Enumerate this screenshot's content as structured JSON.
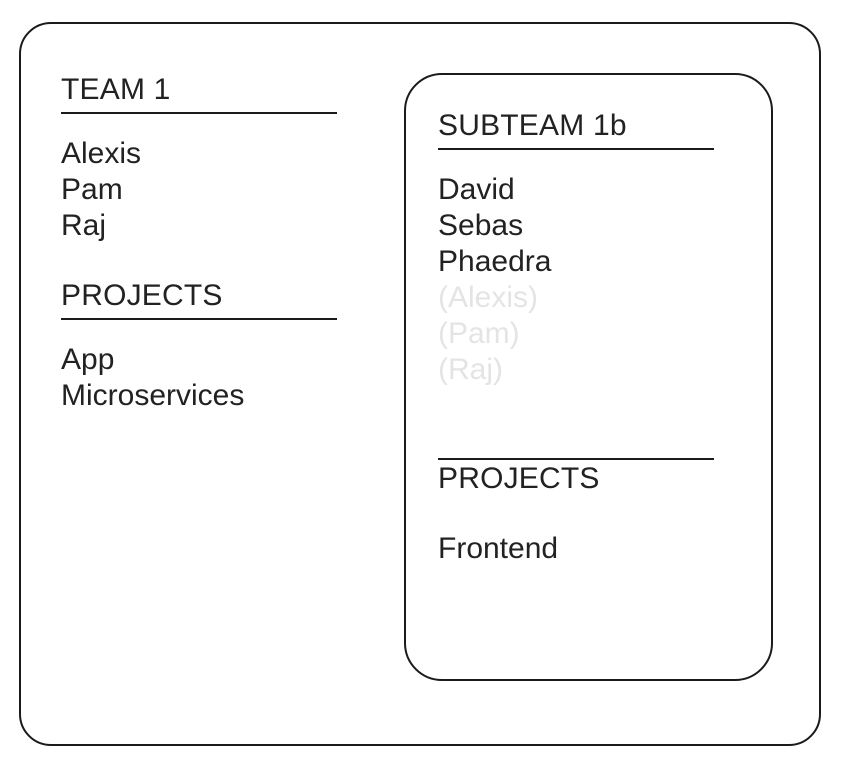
{
  "diagram": {
    "title": "Team and subteam membership inheritance diagram",
    "colors": {
      "stroke": "#1b1b1b",
      "text": "#222222",
      "inherited_text": "#e4e4e4",
      "background": "#ffffff"
    }
  },
  "team": {
    "name": "TEAM 1",
    "members_heading_rule": "underline",
    "members": [
      {
        "label": "Alexis",
        "inherited": false
      },
      {
        "label": "Pam",
        "inherited": false
      },
      {
        "label": "Raj",
        "inherited": false
      }
    ],
    "projects": {
      "heading": "PROJECTS",
      "rule_position": "below",
      "items": [
        {
          "label": "App"
        },
        {
          "label": "Microservices"
        }
      ]
    }
  },
  "subteam": {
    "name": "SUBTEAM 1b",
    "members_heading_rule": "underline",
    "members": [
      {
        "label": "David",
        "inherited": false
      },
      {
        "label": "Sebas",
        "inherited": false
      },
      {
        "label": "Phaedra",
        "inherited": false
      },
      {
        "label": "(Alexis)",
        "inherited": true
      },
      {
        "label": "(Pam)",
        "inherited": true
      },
      {
        "label": "(Raj)",
        "inherited": true
      }
    ],
    "projects": {
      "heading": "PROJECTS",
      "rule_position": "above",
      "items": [
        {
          "label": "Frontend"
        }
      ]
    }
  }
}
